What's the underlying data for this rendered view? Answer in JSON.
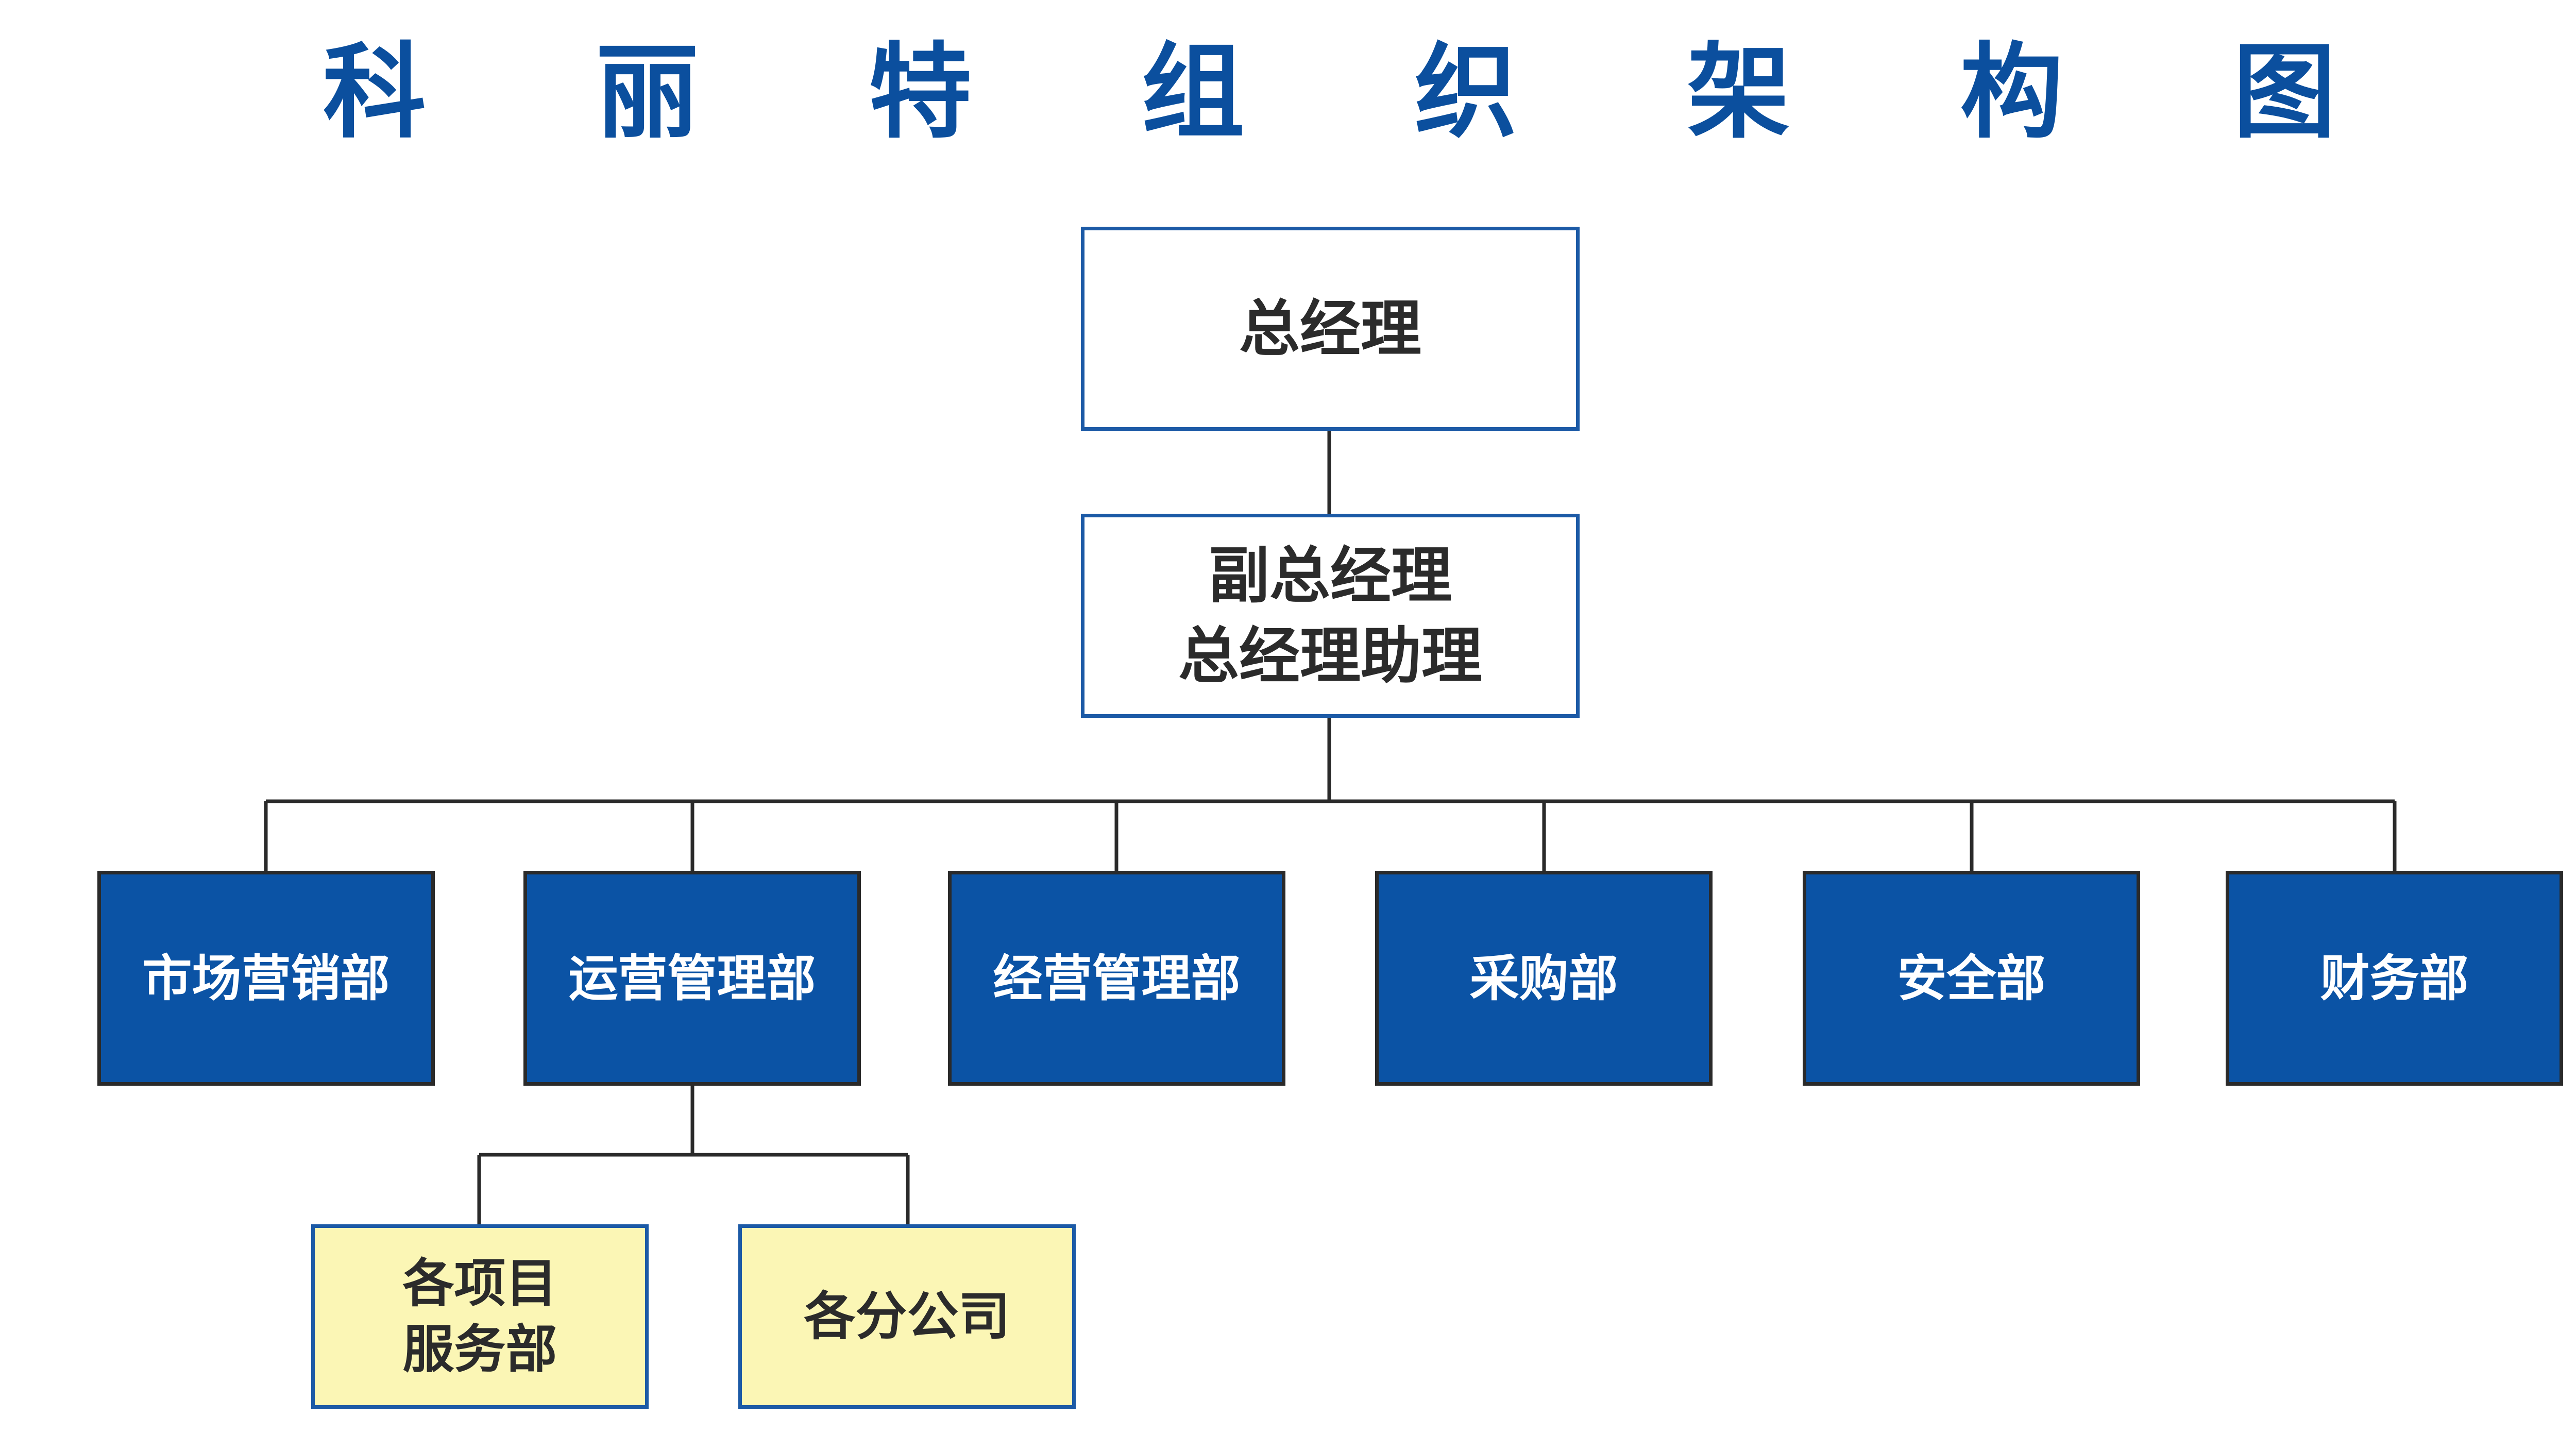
{
  "title": "科 丽 特 组 织 架 构 图",
  "colors": {
    "title": "#0b4f9e",
    "department_fill": "#0b53a5",
    "department_border": "#2a2a2a",
    "top_border": "#1c5aa6",
    "sub_fill": "#fbf6b5",
    "connector": "#2a2a2a"
  },
  "nodes": {
    "general_manager": "总经理",
    "deputy": {
      "line1": "副总经理",
      "line2": "总经理助理"
    },
    "departments": [
      "市场营销部",
      "运营管理部",
      "经营管理部",
      "采购部",
      "安全部",
      "财务部"
    ],
    "sub_units": {
      "project_service": {
        "line1": "各项目",
        "line2": "服务部"
      },
      "branches": "各分公司"
    }
  }
}
